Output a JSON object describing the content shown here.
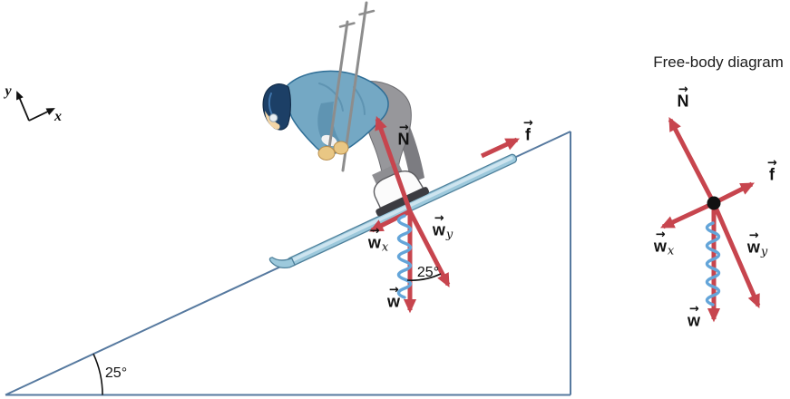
{
  "glyphs": {
    "vector_arrow": "→"
  },
  "axes": {
    "x_label": "x",
    "y_label": "y"
  },
  "incline": {
    "angle_label": "25°"
  },
  "decomposition": {
    "angle_label": "25°"
  },
  "main_diagram": {
    "vectors": {
      "normal": {
        "letter": "N"
      },
      "friction": {
        "letter": "f"
      },
      "weight_x": {
        "letter": "w",
        "sub": "x"
      },
      "weight_y": {
        "letter": "w",
        "sub": "y"
      },
      "weight": {
        "letter": "w"
      }
    }
  },
  "fbd": {
    "title": "Free-body diagram",
    "vectors": {
      "normal": {
        "letter": "N"
      },
      "friction": {
        "letter": "f"
      },
      "weight_x": {
        "letter": "w",
        "sub": "x"
      },
      "weight_y": {
        "letter": "w",
        "sub": "y"
      },
      "weight": {
        "letter": "w"
      }
    }
  },
  "colors": {
    "vector_red": "#c7454e",
    "incline_blue": "#56799f",
    "squiggle_blue": "#64a5d9",
    "ski_light": "#cde4ef",
    "ski_mid": "#9dc9dc",
    "jacket_blue": "#74a8c4",
    "helmet_navy": "#1c3f66",
    "pants_gray": "#97979b"
  }
}
